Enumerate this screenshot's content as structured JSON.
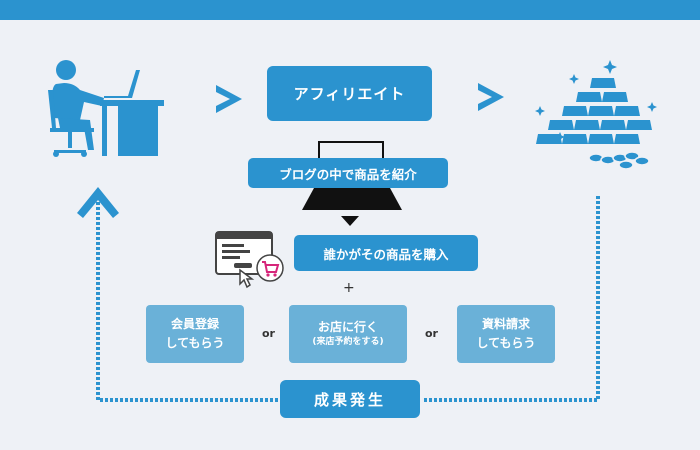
{
  "steps": {
    "affiliate": "アフィリエイト",
    "blog": "ブログの中で商品を紹介",
    "purchase": "誰かがその商品を購入",
    "plus": "+",
    "result": "成果発生"
  },
  "options": {
    "member": [
      "会員登録",
      "してもらう"
    ],
    "store": [
      "お店に行く",
      "(来店予約をする)"
    ],
    "document": [
      "資料請求",
      "してもらう"
    ],
    "or_label": "or"
  },
  "icons": {
    "person": "person-at-computer-icon",
    "gold": "gold-bars-icon",
    "shopping": "online-shopping-icon",
    "monitor": "monitor-icon"
  },
  "colors": {
    "primary": "#2b93cf",
    "secondary": "#6ab1d8",
    "background": "#eef1f6",
    "dark": "#111111"
  }
}
